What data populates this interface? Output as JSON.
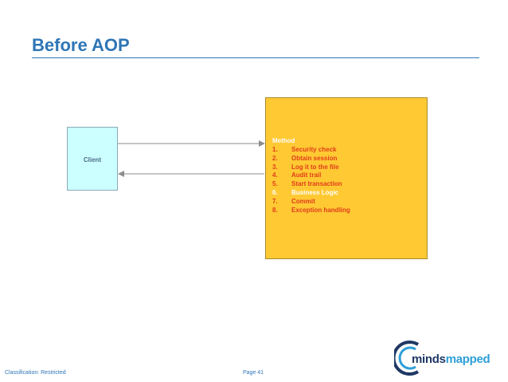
{
  "slide": {
    "title": "Before AOP"
  },
  "diagram": {
    "client_label": "Client",
    "method_title": "Method",
    "steps": [
      {
        "num": "1.",
        "text": "Security check",
        "color": "#e03c1a"
      },
      {
        "num": "2.",
        "text": "Obtain session",
        "color": "#e03c1a"
      },
      {
        "num": "3.",
        "text": "Log it to the file",
        "color": "#e03c1a"
      },
      {
        "num": "4.",
        "text": "Audit trail",
        "color": "#e03c1a"
      },
      {
        "num": "5.",
        "text": "Start transaction",
        "color": "#e03c1a"
      },
      {
        "num": "6.",
        "text": "Business Logic",
        "color": "#ffffff"
      },
      {
        "num": "7.",
        "text": "Commit",
        "color": "#e03c1a"
      },
      {
        "num": "8.",
        "text": "Exception handling",
        "color": "#e03c1a"
      }
    ]
  },
  "footer": {
    "classification": "Classification: Restricted",
    "page": "Page 41"
  },
  "logo": {
    "text_part1": "minds",
    "text_part2": "mapped"
  },
  "colors": {
    "title": "#2e75b6",
    "client_fill": "#ccffff",
    "method_fill": "#ffc933",
    "step_text": "#e03c1a",
    "highlight_step_text": "#ffffff"
  }
}
